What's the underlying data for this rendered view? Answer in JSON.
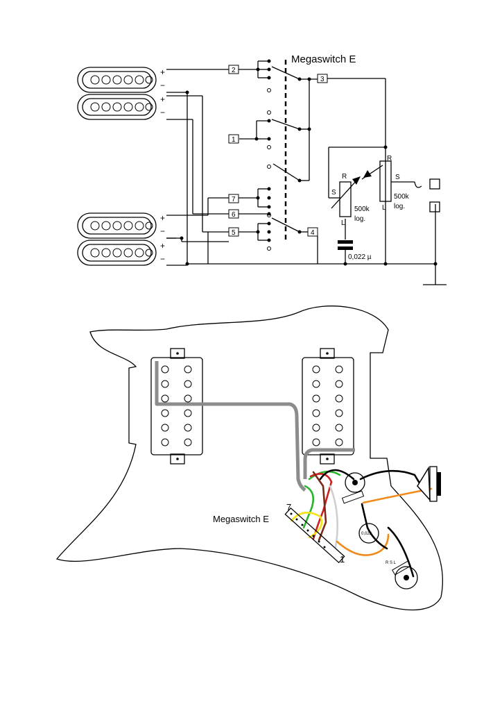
{
  "schematic": {
    "switch_title": "Megaswitch E",
    "lugs": [
      "2",
      "1",
      "7",
      "6",
      "5",
      "3",
      "4"
    ],
    "pot_letters": {
      "r": "R",
      "s": "S",
      "l": "L"
    },
    "volume_pot": {
      "value": "500k",
      "taper": "log."
    },
    "tone_pot": {
      "value": "500k",
      "taper": "log."
    },
    "capacitor": "0,022 µ",
    "polarity": {
      "plus": "+",
      "minus": "−"
    }
  },
  "wiring": {
    "switch_label": "Megaswitch E",
    "switch_end_top": "7",
    "switch_end_bottom": "1",
    "cap_value": "0,022",
    "pot_pins": "R S L",
    "wire_colors": {
      "shield": "#8c8c8c",
      "ground": "#000000",
      "green": "#2bb52b",
      "red": "#cc1f1f",
      "yellow": "#f5e21a",
      "brown": "#7a2a1a",
      "white": "#cfcfcf",
      "orange": "#f08a1a"
    }
  }
}
